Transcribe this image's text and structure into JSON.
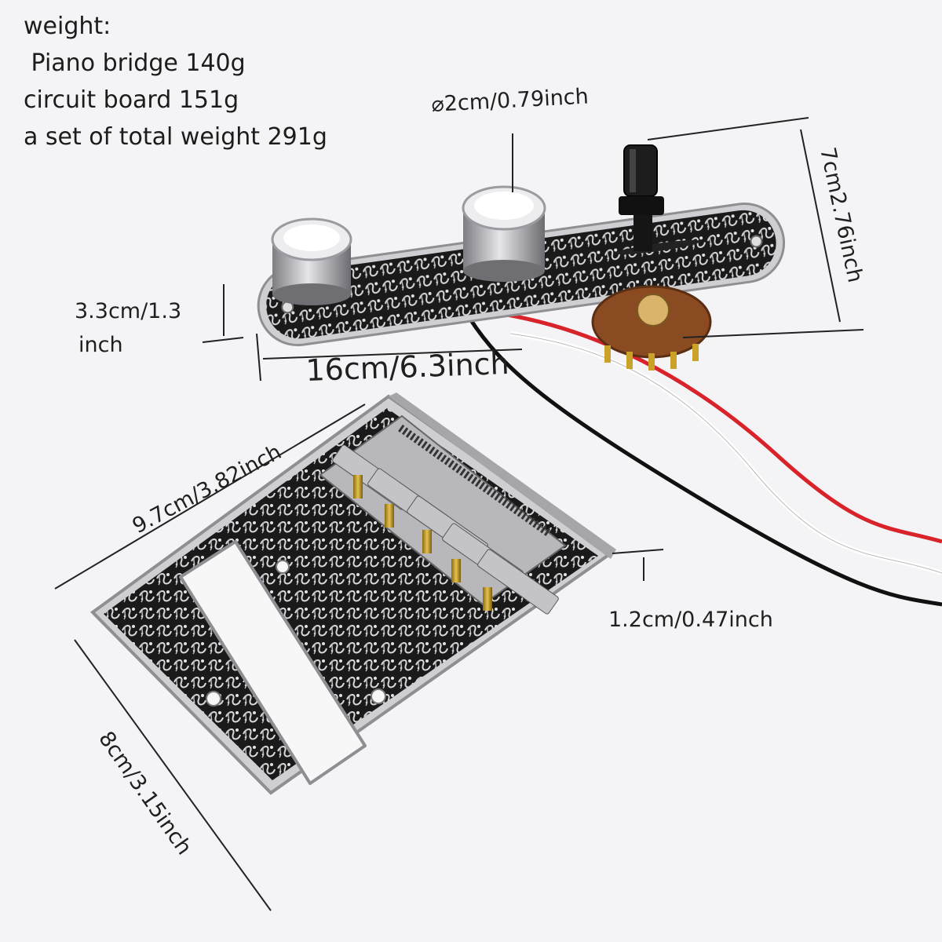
{
  "weight": {
    "heading": "weight:",
    "lines": [
      " Piano bridge 140g",
      "circuit board 151g",
      "a set of total weight 291g"
    ]
  },
  "dimensions": {
    "knob_diameter": "⌀2cm/0.79inch",
    "control_plate_height": "7cm2.76inch",
    "control_plate_width_line1": "3.3cm/1.3",
    "control_plate_width_line2": "inch",
    "control_plate_length": "16cm/6.3inch",
    "bridge_width": "9.7cm/3.82inch",
    "bridge_side_height": "1.2cm/0.47inch",
    "bridge_length": "8cm/3.15inch"
  },
  "colors": {
    "background": "#f4f4f6",
    "chrome": "#cfcfd3",
    "engraving": "#1a1a1a",
    "brass": "#c9a227",
    "wire_red": "#d8232a",
    "wire_white": "#f2f2f2",
    "wire_black": "#111111",
    "switch_board": "#8a4b22"
  }
}
